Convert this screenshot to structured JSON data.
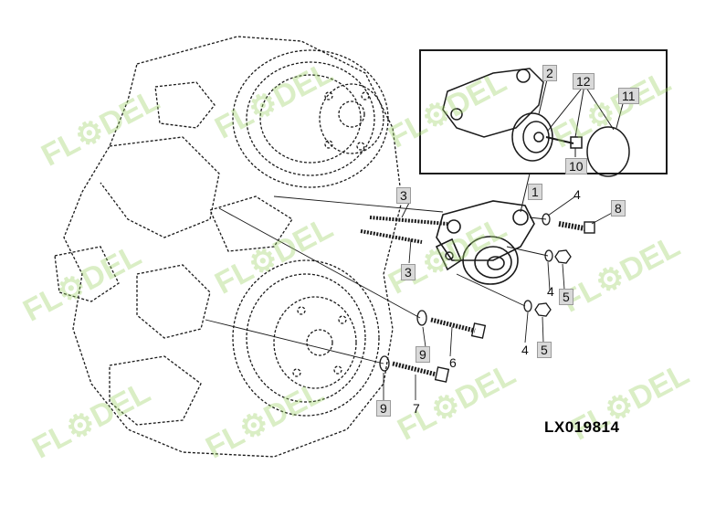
{
  "drawing_id": "LX019814",
  "watermark": "FL⚙DEL",
  "colors": {
    "line": "#1a1a1a",
    "label_bg": "#d9d9d9",
    "watermark": "#9fd36a"
  },
  "labels": {
    "l1": "1",
    "l2": "2",
    "l3a": "3",
    "l3b": "3",
    "l4a": "4",
    "l4b": "4",
    "l4c": "4",
    "l5a": "5",
    "l5b": "5",
    "l6": "6",
    "l7": "7",
    "l8": "8",
    "l9a": "9",
    "l9b": "9",
    "l10": "10",
    "l11": "11",
    "l12": "12"
  }
}
